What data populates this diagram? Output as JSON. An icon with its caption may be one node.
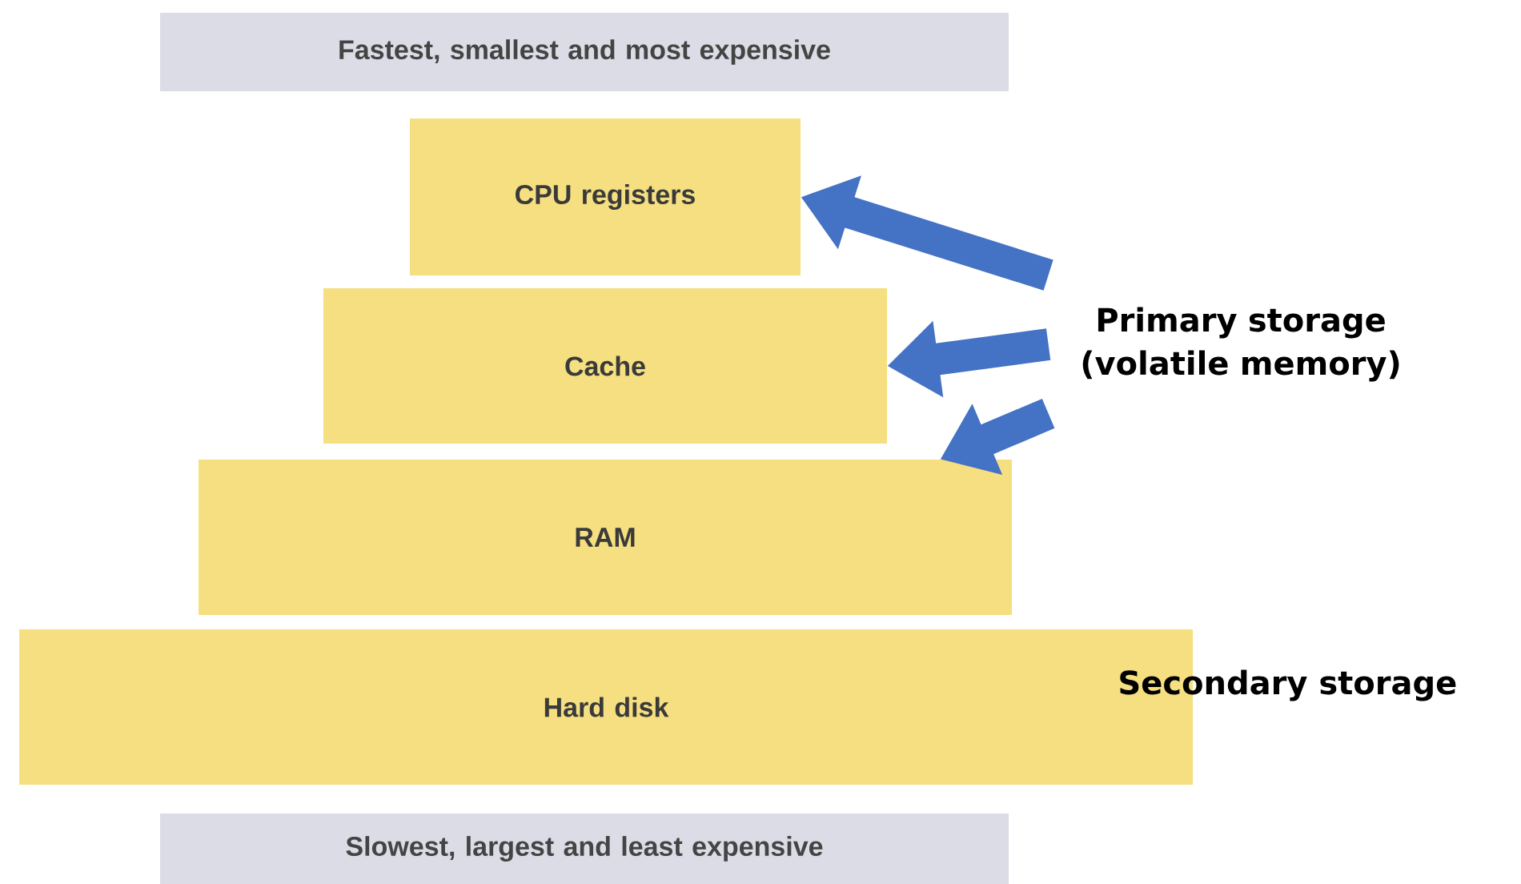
{
  "diagram": {
    "nodes": [
      {
        "text": [
          "Fastest, smallest and most expensive"
        ]
      },
      {
        "text": [
          "CPU registers"
        ]
      },
      {
        "text": [
          "Cache"
        ]
      },
      {
        "text": [
          "RAM"
        ]
      },
      {
        "text": [
          "Hard disk"
        ]
      },
      {
        "text": [
          "Slowest, largest and least expensive"
        ]
      },
      {
        "text": [
          "Primary storage (volatile memory)"
        ]
      }
    ],
    "edges": [
      {
        "from": 6,
        "to": 1,
        "arrow": "to"
      },
      {
        "from": 6,
        "to": 2,
        "arrow": "to"
      },
      {
        "from": 6,
        "to": 3,
        "arrow": "to"
      }
    ],
    "labels": [
      "Secondary storage"
    ]
  }
}
